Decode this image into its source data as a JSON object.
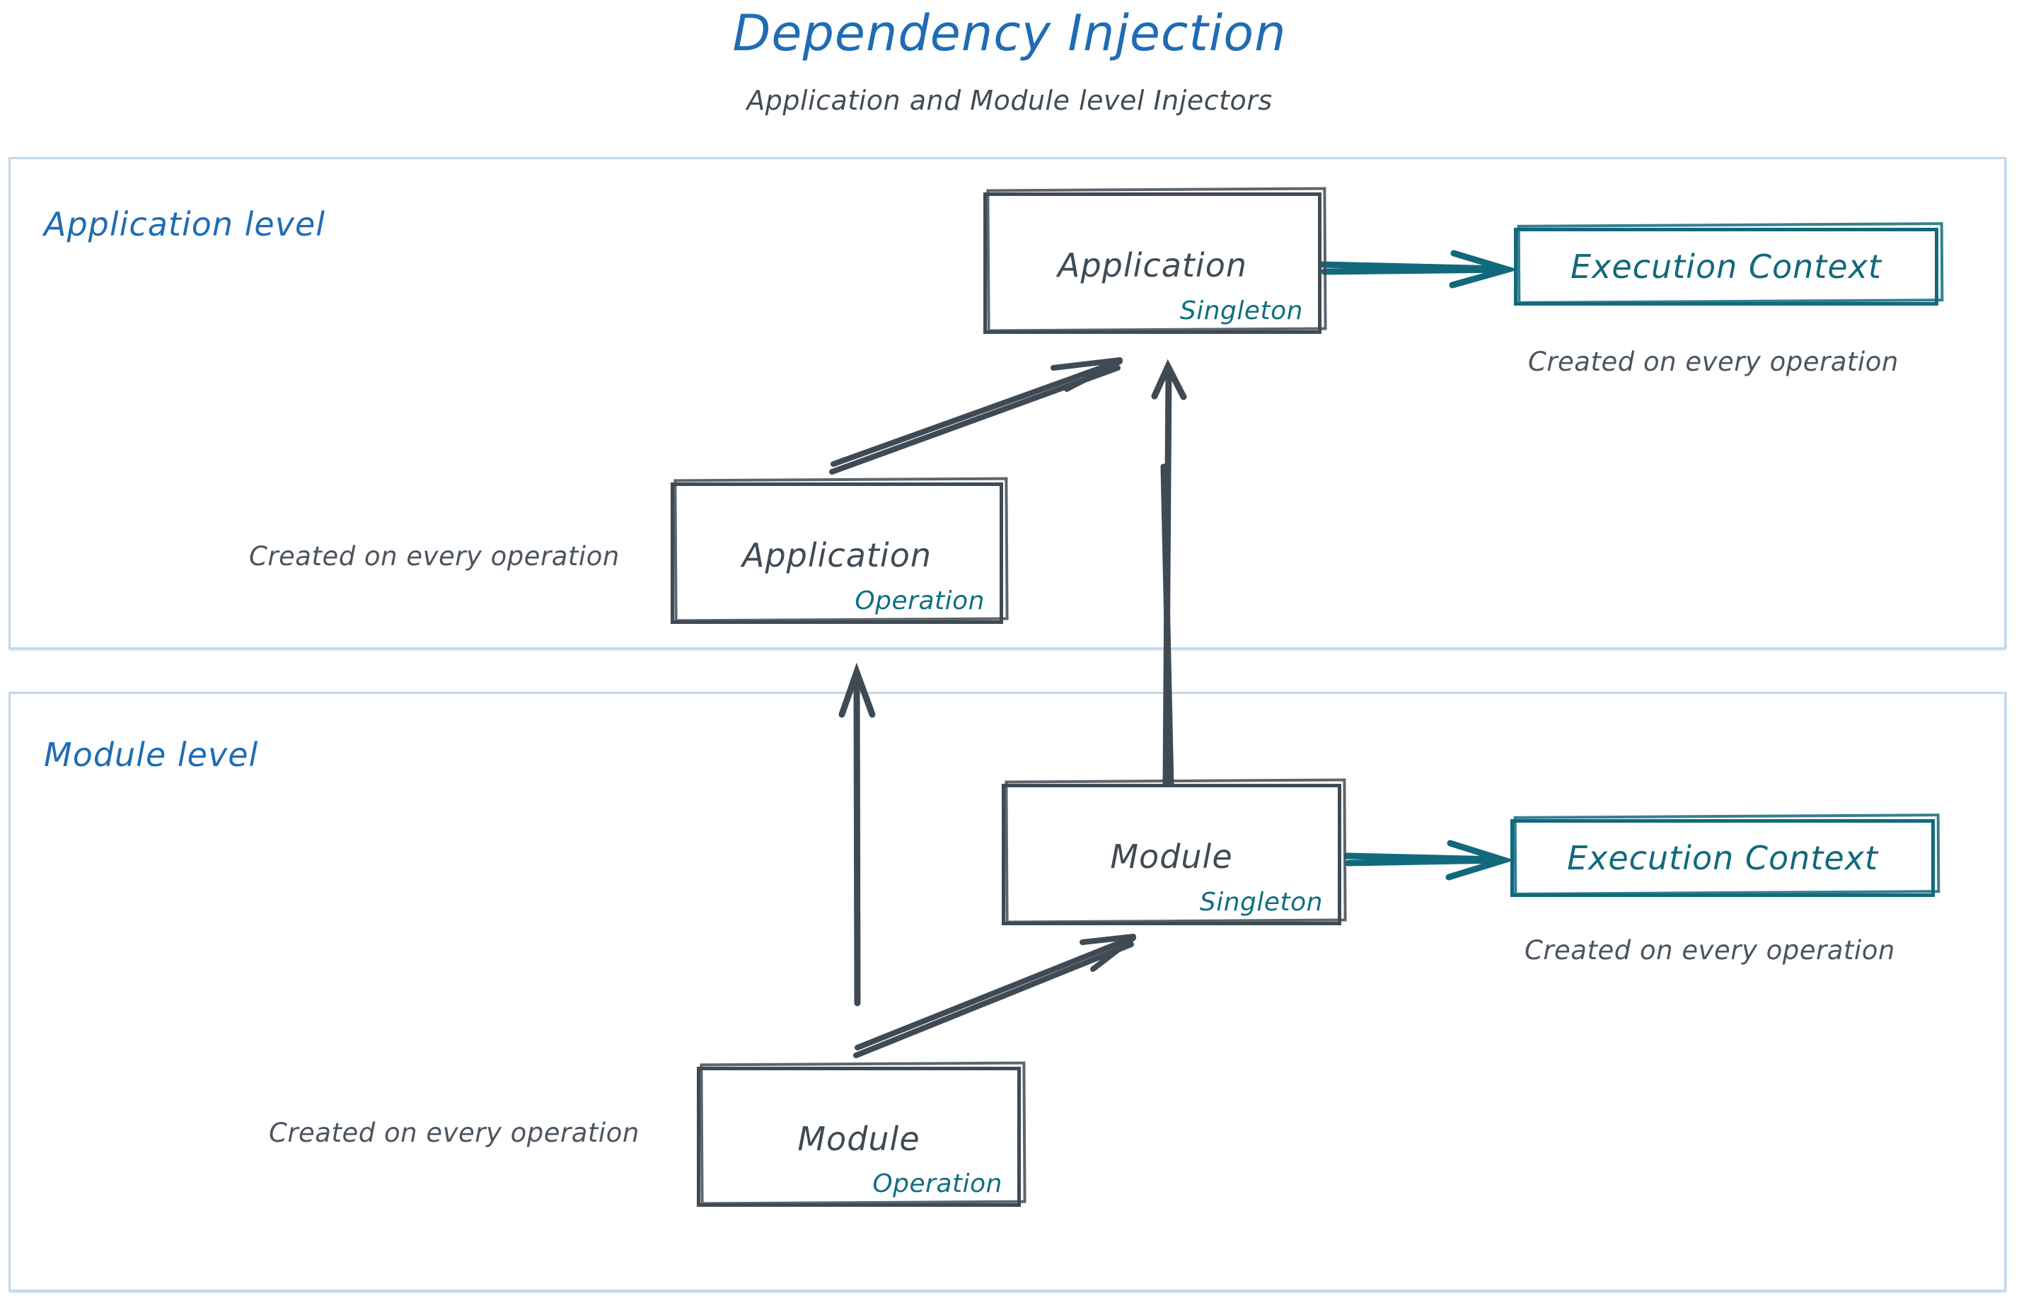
{
  "header": {
    "title": "Dependency Injection",
    "subtitle": "Application and Module level Injectors"
  },
  "colors": {
    "title_blue": "#1f6cb4",
    "panel_border": "#c3d8ee",
    "node_stroke": "#3f4a54",
    "teal": "#12697c",
    "caption_gray": "#4b5560"
  },
  "panels": [
    {
      "id": "application-level",
      "label": "Application level"
    },
    {
      "id": "module-level",
      "label": "Module level"
    }
  ],
  "nodes": {
    "app_singleton": {
      "title": "Application",
      "scope": "Singleton"
    },
    "app_operation": {
      "title": "Application",
      "scope": "Operation"
    },
    "module_singleton": {
      "title": "Module",
      "scope": "Singleton"
    },
    "module_operation": {
      "title": "Module",
      "scope": "Operation"
    },
    "exec_context_app": {
      "title": "Execution Context"
    },
    "exec_context_module": {
      "title": "Execution Context"
    }
  },
  "captions": {
    "exec_app": "Created on every operation",
    "app_operation": "Created on every operation",
    "exec_module": "Created on every operation",
    "module_operation": "Created on every operation"
  },
  "edges": [
    {
      "id": "app-singleton-to-exec-context",
      "from": "app_singleton",
      "to": "exec_context_app",
      "color": "#12697c"
    },
    {
      "id": "app-operation-to-app-singleton",
      "from": "app_operation",
      "to": "app_singleton",
      "color": "#3f4a54"
    },
    {
      "id": "module-singleton-to-app-singleton",
      "from": "module_singleton",
      "to": "app_singleton",
      "color": "#3f4a54"
    },
    {
      "id": "module-operation-to-app-level",
      "from": "module_operation",
      "to": "application-level",
      "color": "#3f4a54"
    },
    {
      "id": "module-operation-to-module-singleton",
      "from": "module_operation",
      "to": "module_singleton",
      "color": "#3f4a54"
    },
    {
      "id": "module-singleton-to-exec-context",
      "from": "module_singleton",
      "to": "exec_context_module",
      "color": "#12697c"
    }
  ]
}
